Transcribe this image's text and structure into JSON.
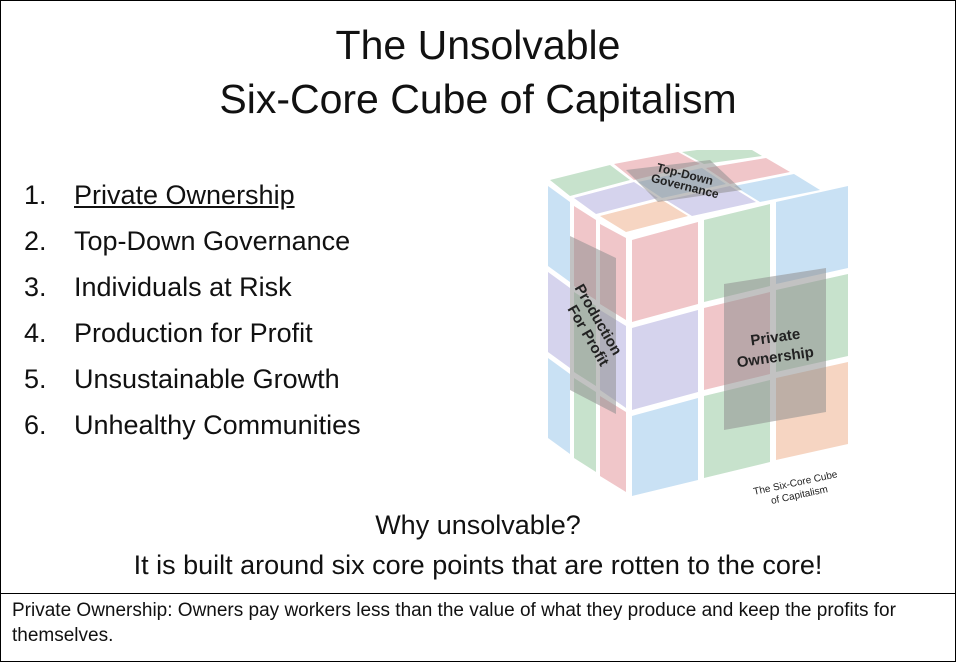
{
  "title": {
    "line1": "The Unsolvable",
    "line2": "Six-Core Cube of Capitalism"
  },
  "list": [
    {
      "number": "1.",
      "text": "Private Ownership"
    },
    {
      "number": "2.",
      "text": "Top-Down Governance"
    },
    {
      "number": "3.",
      "text": "Individuals at Risk"
    },
    {
      "number": "4.",
      "text": "Production for Profit"
    },
    {
      "number": "5.",
      "text": "Unsustainable Growth"
    },
    {
      "number": "6.",
      "text": "Unhealthy Communities"
    }
  ],
  "cube": {
    "top_label_line1": "Top-Down",
    "top_label_line2": "Governance",
    "left_label_line1": "Production",
    "left_label_line2": "For Profit",
    "right_label_line1": "Private",
    "right_label_line2": "Ownership",
    "caption_line1": "The Six-Core Cube",
    "caption_line2": "of Capitalism",
    "colors": {
      "blue": "#c9e1f4",
      "red": "#f0c6c9",
      "green": "#c7e2cc",
      "purple": "#d5d3ed",
      "orange": "#f6d5c2",
      "overlay": "#8f8f8f"
    }
  },
  "why": {
    "question": "Why unsolvable?",
    "answer": "It is built around six core points that are rotten to the core!"
  },
  "note": "Private Ownership: Owners pay workers less than the value of what they produce and keep the profits for themselves."
}
